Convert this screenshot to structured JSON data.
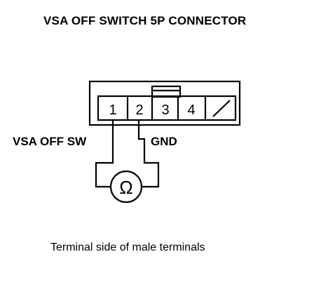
{
  "title": "VSA OFF SWITCH 5P CONNECTOR",
  "connector": {
    "terminals": [
      "1",
      "2",
      "3",
      "4"
    ],
    "pin_count": 5
  },
  "labels": {
    "left_wire": "VSA OFF SW",
    "right_wire": "GND"
  },
  "meter": {
    "symbol": "Ω"
  },
  "caption": "Terminal side of male terminals"
}
